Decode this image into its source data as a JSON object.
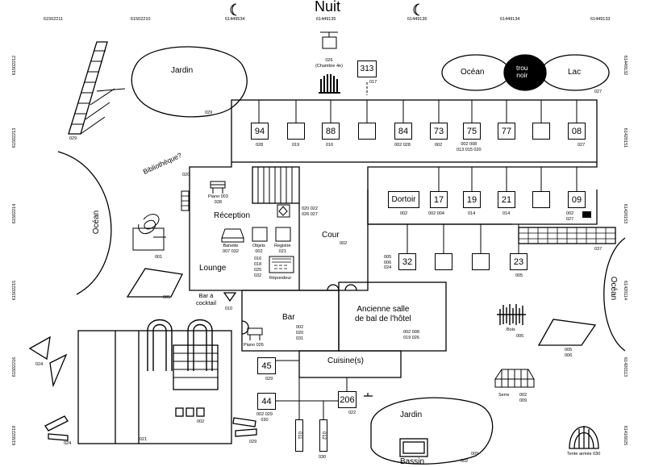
{
  "title": "Nuit",
  "top_codes": [
    "61502211",
    "61502210",
    "61449534",
    "61449135",
    "61449135",
    "61449134",
    "61449133"
  ],
  "left_codes": [
    "61502212",
    "61502213",
    "61502214",
    "61502215",
    "61502216",
    "61502219"
  ],
  "right_codes": [
    "61449132",
    "61420151",
    "61420153",
    "61420114",
    "61420113",
    "61416025"
  ],
  "rooms_top": [
    {
      "num": "94",
      "code": "028"
    },
    {
      "num": "",
      "code": "019"
    },
    {
      "num": "88",
      "code": "016"
    },
    {
      "num": "",
      "code": ""
    },
    {
      "num": "84",
      "code": "002 028"
    },
    {
      "num": "73",
      "code": "002"
    },
    {
      "num": "75",
      "code": "002 008\n013 015 020"
    },
    {
      "num": "77",
      "code": ""
    },
    {
      "num": "",
      "code": ""
    },
    {
      "num": "08",
      "code": "027"
    }
  ],
  "rooms_mid": [
    {
      "num": "Dortoir",
      "code": "002"
    },
    {
      "num": "17",
      "code": "002 004"
    },
    {
      "num": "19",
      "code": "014"
    },
    {
      "num": "21",
      "code": "014"
    },
    {
      "num": "",
      "code": ""
    },
    {
      "num": "09",
      "code": "002\n027"
    }
  ],
  "rooms_low": [
    {
      "num": "32",
      "code": "005\n006\n024"
    },
    {
      "num": "",
      "code": ""
    },
    {
      "num": "",
      "code": ""
    },
    {
      "num": "23",
      "code": "005"
    }
  ],
  "labels": {
    "jardin_top": "Jardin",
    "jardin_top_code": "029",
    "ocean_top": "Océan",
    "trou_noir": "trou\nnoir",
    "lac": "Lac",
    "lac_code": "027",
    "chambre": "026\n(Chambre 4e)",
    "room313": "313",
    "room313_code": "017",
    "ladder_code": "029",
    "bibliotheque": "Bibliothèque?",
    "bibliotheque_code": "020",
    "ocean_left": "Océan",
    "piano_top": "Piano 003\n028",
    "reception": "Réception",
    "codes_020": "020 022\n026 027",
    "cour": "Cour",
    "cour_code": "002",
    "banette": "Banette\n007 032",
    "objets": "Objets\n002",
    "registre": "Registre\n021",
    "phone_codes": "016\n018\n025\n032",
    "repondeur": "Répondeur",
    "lounge": "Lounge",
    "spiral_code": "001",
    "tent_left_code": "005",
    "bar_cocktail": "Bar à\ncocktail",
    "bar_cocktail_code": "010",
    "bar": "Bar",
    "bar_codes": "002\n020\n031",
    "piano_bar": "Piano 026",
    "ballroom": "Ancienne salle\nde bal de l'hôtel",
    "ballroom_codes": "002 008\n019 026",
    "cuisine": "Cuisine(s)",
    "room45": "45",
    "room45_code": "029",
    "room44": "44",
    "room44_codes": "002 029\n030",
    "room206": "206",
    "room206_code": "022",
    "room011": "011",
    "room012": "012",
    "rooms_code": "030",
    "pool_code": "021",
    "pool_small_code": "002",
    "left_tri_code": "024",
    "left_bars_code": "024",
    "right_bars_code": "029",
    "jardin_bottom": "Jardin",
    "bassin": "Bassin",
    "jardin_bottom_code": "002",
    "jardin_bottom_code2": "009",
    "ocean_right": "Océan",
    "grid_code": "037",
    "bois": "Bois",
    "bois_code": "005",
    "tent_right_codes": "005\n006",
    "serre": "Serre",
    "serre_codes": "002\n009",
    "tente_armee": "Tente armée 030"
  }
}
